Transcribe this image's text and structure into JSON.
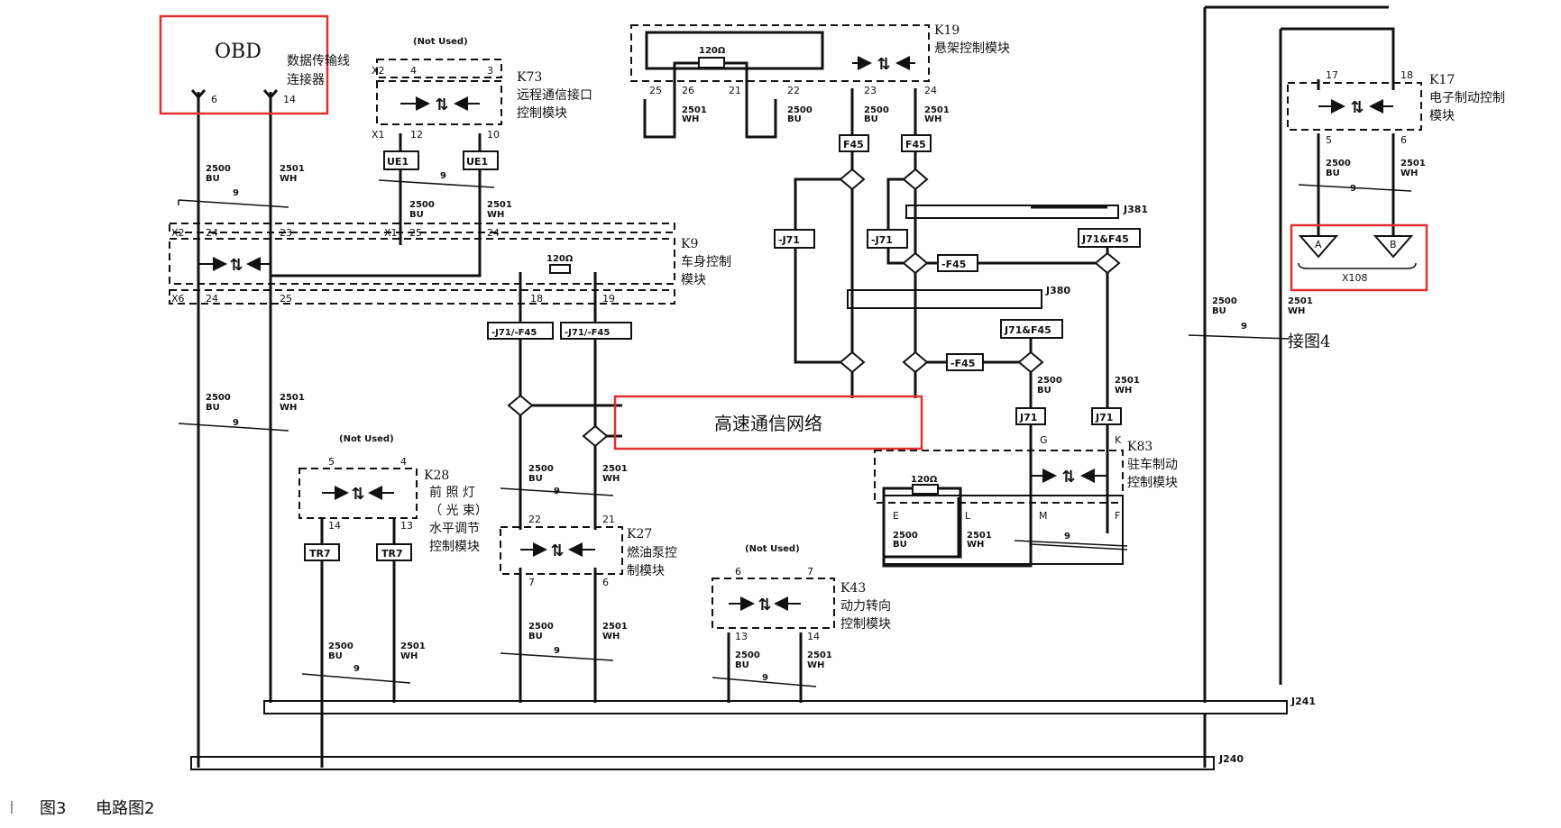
{
  "caption": {
    "figure_no": "图3",
    "title": "电路图2"
  },
  "obd": {
    "label": "OBD",
    "name_line1": "数据传输线",
    "name_line2": "连接器",
    "pin_a": "6",
    "pin_b": "14"
  },
  "common": {
    "not_used": "(Not Used)",
    "ohm": "120Ω",
    "wire_bu": "2500",
    "wire_wh": "2501",
    "color_bu": "BU",
    "color_wh": "WH",
    "twist_num": "9"
  },
  "k73": {
    "id": "K73",
    "name_line1": "远程通信接口",
    "name_line2": "控制模块",
    "conn_top": "X2",
    "conn_bot": "X1",
    "pins_top": [
      "4",
      "3"
    ],
    "pins_bot": [
      "12",
      "10"
    ],
    "ue1_a": "UE1",
    "ue1_b": "UE1"
  },
  "k9": {
    "id": "K9",
    "name_line1": "车身控制",
    "name_line2": "模块",
    "x2": "X2",
    "x2_pins": [
      "24",
      "23"
    ],
    "x1": "X1",
    "x1_pins": [
      "25",
      "24"
    ],
    "x6": "X6",
    "x6_pins": [
      "24",
      "25"
    ],
    "pins_right": [
      "18",
      "19"
    ],
    "label_a": "-J71/-F45",
    "label_b": "-J71/-F45"
  },
  "k19": {
    "id": "K19",
    "name": "悬架控制模块",
    "pins": [
      "25",
      "26",
      "21",
      "22",
      "23",
      "24"
    ],
    "f45_a": "F45",
    "f45_b": "F45"
  },
  "k17": {
    "id": "K17",
    "name_line1": "电子制动控制",
    "name_line2": "模块",
    "pins_top": [
      "17",
      "18"
    ],
    "pins_bot": [
      "5",
      "6"
    ]
  },
  "x108": {
    "id": "X108",
    "pin_a": "A",
    "pin_b": "B"
  },
  "mid": {
    "j71_neg": "-J71",
    "j71_neg_b": "-J71",
    "j381": "J381",
    "j380": "J380",
    "j71f45_a": "J71&F45",
    "j71f45_b": "J71&F45",
    "f45_neg_a": "-F45",
    "f45_neg_b": "-F45",
    "j71_a": "J71",
    "j71_b": "J71"
  },
  "network_label": "高速通信网络",
  "to_fig4": "接图4",
  "k83": {
    "id": "K83",
    "name_line1": "驻车制动",
    "name_line2": "控制模块",
    "pins_top": [
      "G",
      "K"
    ],
    "pins_bot": [
      "E",
      "L",
      "M",
      "F"
    ]
  },
  "k28": {
    "id": "K28",
    "name_line1": "前 照 灯",
    "name_line2": "（ 光 束）",
    "name_line3": "水平调节",
    "name_line4": "控制模块",
    "pins_top": [
      "5",
      "4"
    ],
    "pins_bot": [
      "14",
      "13"
    ],
    "tr7_a": "TR7",
    "tr7_b": "TR7"
  },
  "k27": {
    "id": "K27",
    "name_line1": "燃油泵控",
    "name_line2": "制模块",
    "pins_top": [
      "22",
      "21"
    ],
    "pins_bot": [
      "7",
      "6"
    ]
  },
  "k43": {
    "id": "K43",
    "name_line1": "动力转向",
    "name_line2": "控制模块",
    "pins_top": [
      "6",
      "7"
    ],
    "pins_bot": [
      "13",
      "14"
    ]
  },
  "splices": {
    "j241": "J241",
    "j240": "J240"
  }
}
